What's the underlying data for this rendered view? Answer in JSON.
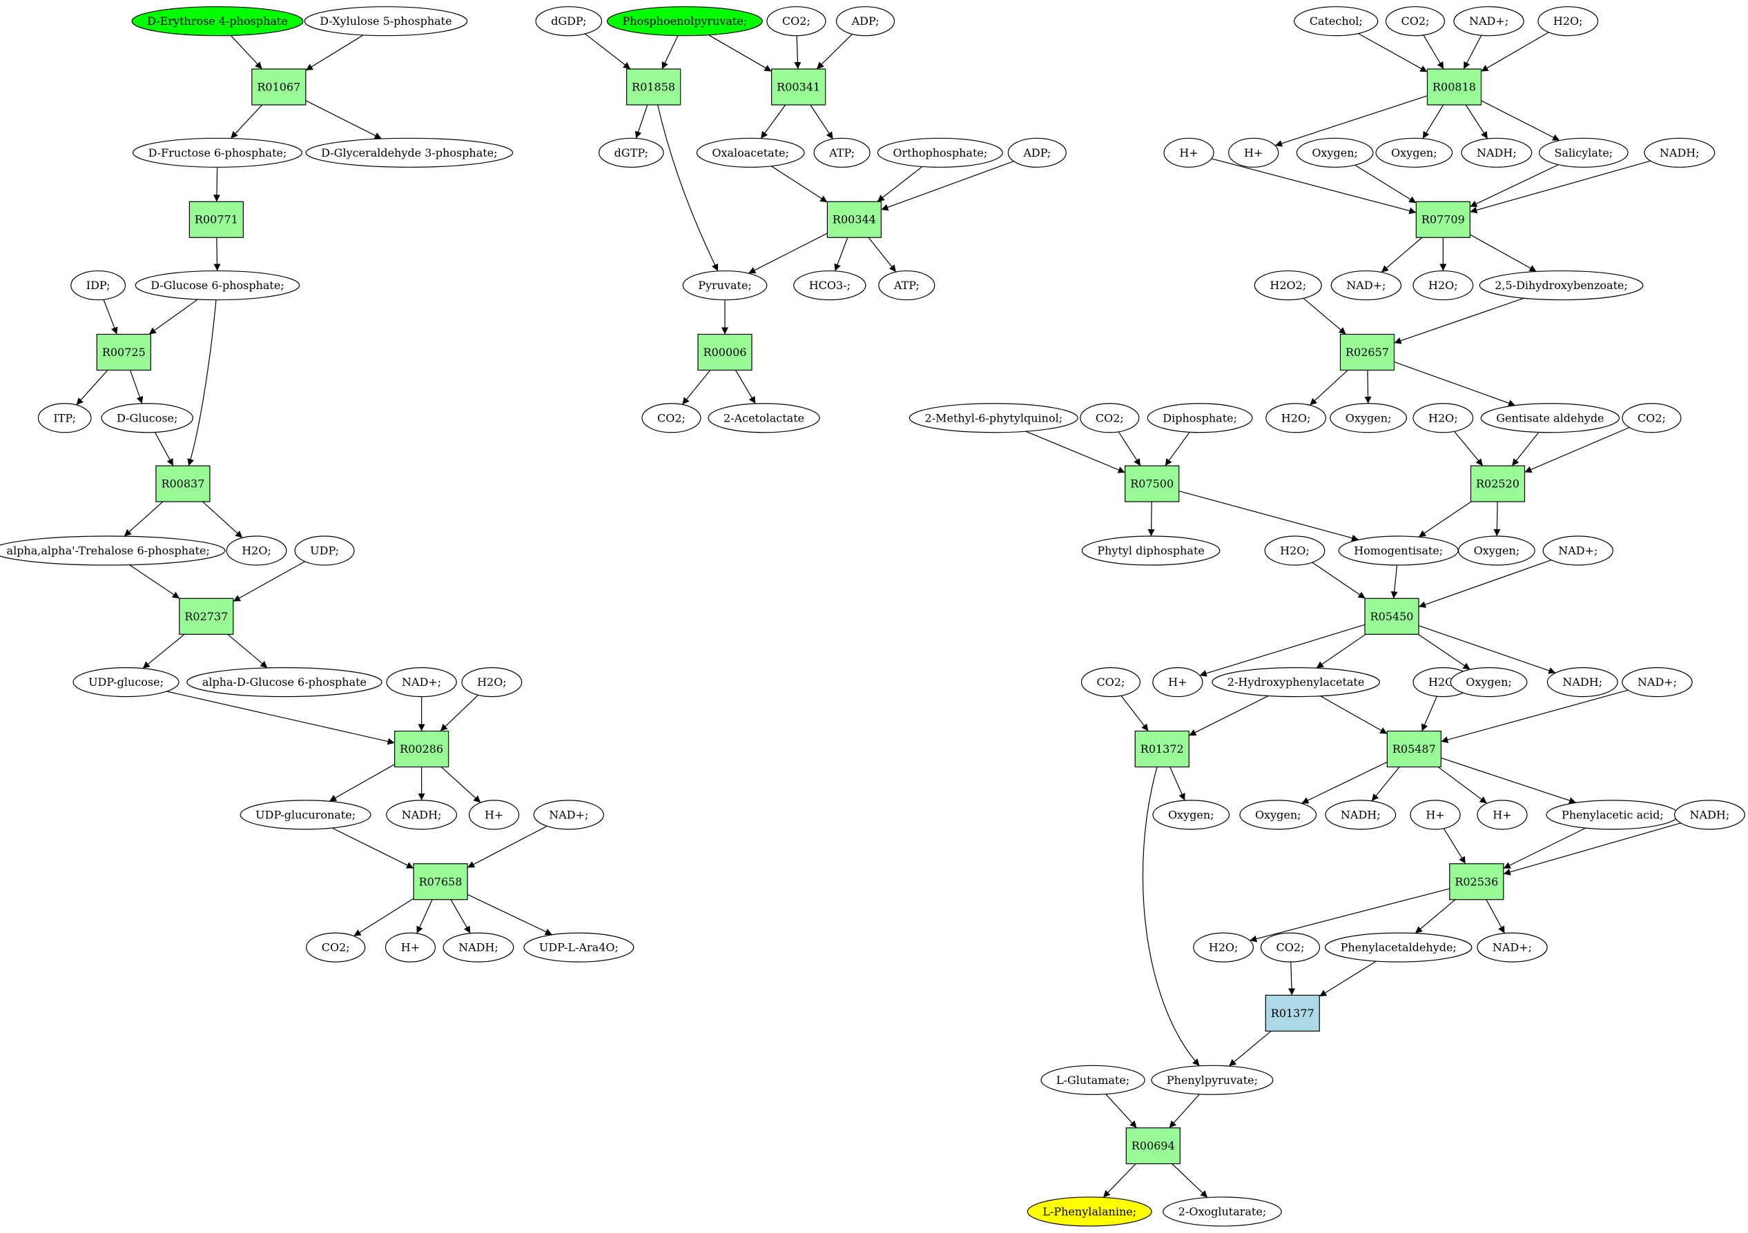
{
  "colors": {
    "reaction": "#98fb98",
    "reaction_highlight": "#add8e6",
    "source_compound": "#00ff00",
    "target_compound": "#ffff00",
    "compound": "#ffffff",
    "edge": "#000000"
  },
  "nodes": [
    {
      "id": "c_e4p",
      "label": "D-Erythrose 4-phosphate",
      "type": "compound",
      "role": "source"
    },
    {
      "id": "c_xu5p",
      "label": "D-Xylulose 5-phosphate",
      "type": "compound"
    },
    {
      "id": "R01067",
      "label": "R01067",
      "type": "reaction"
    },
    {
      "id": "c_f6p",
      "label": "D-Fructose 6-phosphate;",
      "type": "compound"
    },
    {
      "id": "c_ga3p",
      "label": "D-Glyceraldehyde 3-phosphate;",
      "type": "compound"
    },
    {
      "id": "R00771",
      "label": "R00771",
      "type": "reaction"
    },
    {
      "id": "c_idp",
      "label": "IDP;",
      "type": "compound"
    },
    {
      "id": "c_g6p",
      "label": "D-Glucose 6-phosphate;",
      "type": "compound"
    },
    {
      "id": "R00725",
      "label": "R00725",
      "type": "reaction"
    },
    {
      "id": "c_itp",
      "label": "ITP;",
      "type": "compound"
    },
    {
      "id": "c_glc",
      "label": "D-Glucose;",
      "type": "compound"
    },
    {
      "id": "R00837",
      "label": "R00837",
      "type": "reaction"
    },
    {
      "id": "c_treh",
      "label": "alpha,alpha'-Trehalose 6-phosphate;",
      "type": "compound"
    },
    {
      "id": "c_h2o_1",
      "label": "H2O;",
      "type": "compound"
    },
    {
      "id": "c_udp",
      "label": "UDP;",
      "type": "compound"
    },
    {
      "id": "R02737",
      "label": "R02737",
      "type": "reaction"
    },
    {
      "id": "c_udpglc",
      "label": "UDP-glucose;",
      "type": "compound"
    },
    {
      "id": "c_adg6p",
      "label": "alpha-D-Glucose 6-phosphate",
      "type": "compound"
    },
    {
      "id": "c_nadp_1",
      "label": "NAD+;",
      "type": "compound"
    },
    {
      "id": "c_h2o_2",
      "label": "H2O;",
      "type": "compound"
    },
    {
      "id": "R00286",
      "label": "R00286",
      "type": "reaction"
    },
    {
      "id": "c_udpgluc",
      "label": "UDP-glucuronate;",
      "type": "compound"
    },
    {
      "id": "c_nadh_1",
      "label": "NADH;",
      "type": "compound"
    },
    {
      "id": "c_hp_1",
      "label": "H+",
      "type": "compound"
    },
    {
      "id": "c_nadp_2",
      "label": "NAD+;",
      "type": "compound"
    },
    {
      "id": "R07658",
      "label": "R07658",
      "type": "reaction"
    },
    {
      "id": "c_co2_1",
      "label": "CO2;",
      "type": "compound"
    },
    {
      "id": "c_hp_2",
      "label": "H+",
      "type": "compound"
    },
    {
      "id": "c_nadh_2",
      "label": "NADH;",
      "type": "compound"
    },
    {
      "id": "c_udpara",
      "label": "UDP-L-Ara4O;",
      "type": "compound"
    },
    {
      "id": "c_dgdp",
      "label": "dGDP;",
      "type": "compound"
    },
    {
      "id": "c_pep",
      "label": "Phosphoenolpyruvate;",
      "type": "compound",
      "role": "source"
    },
    {
      "id": "c_co2_2",
      "label": "CO2;",
      "type": "compound"
    },
    {
      "id": "c_adp_1",
      "label": "ADP;",
      "type": "compound"
    },
    {
      "id": "R01858",
      "label": "R01858",
      "type": "reaction"
    },
    {
      "id": "R00341",
      "label": "R00341",
      "type": "reaction"
    },
    {
      "id": "c_dgtp",
      "label": "dGTP;",
      "type": "compound"
    },
    {
      "id": "c_oaa",
      "label": "Oxaloacetate;",
      "type": "compound"
    },
    {
      "id": "c_atp_1",
      "label": "ATP;",
      "type": "compound"
    },
    {
      "id": "c_pi",
      "label": "Orthophosphate;",
      "type": "compound"
    },
    {
      "id": "c_adp_2",
      "label": "ADP;",
      "type": "compound"
    },
    {
      "id": "R00344",
      "label": "R00344",
      "type": "reaction"
    },
    {
      "id": "c_pyr",
      "label": "Pyruvate;",
      "type": "compound"
    },
    {
      "id": "c_hco3",
      "label": "HCO3-;",
      "type": "compound"
    },
    {
      "id": "c_atp_2",
      "label": "ATP;",
      "type": "compound"
    },
    {
      "id": "R00006",
      "label": "R00006",
      "type": "reaction"
    },
    {
      "id": "c_co2_3",
      "label": "CO2;",
      "type": "compound"
    },
    {
      "id": "c_acl",
      "label": "2-Acetolactate",
      "type": "compound"
    },
    {
      "id": "c_catechol",
      "label": "Catechol;",
      "type": "compound"
    },
    {
      "id": "c_co2_4",
      "label": "CO2;",
      "type": "compound"
    },
    {
      "id": "c_nadp_3",
      "label": "NAD+;",
      "type": "compound"
    },
    {
      "id": "c_h2o_3",
      "label": "H2O;",
      "type": "compound"
    },
    {
      "id": "R00818",
      "label": "R00818",
      "type": "reaction"
    },
    {
      "id": "c_hp_3",
      "label": "H+",
      "type": "compound"
    },
    {
      "id": "c_hp_4",
      "label": "H+",
      "type": "compound"
    },
    {
      "id": "c_o2_1",
      "label": "Oxygen;",
      "type": "compound"
    },
    {
      "id": "c_o2_2",
      "label": "Oxygen;",
      "type": "compound"
    },
    {
      "id": "c_nadh_3",
      "label": "NADH;",
      "type": "compound"
    },
    {
      "id": "c_salicylate",
      "label": "Salicylate;",
      "type": "compound"
    },
    {
      "id": "c_nadh_4",
      "label": "NADH;",
      "type": "compound"
    },
    {
      "id": "R07709",
      "label": "R07709",
      "type": "reaction"
    },
    {
      "id": "c_nadp_4",
      "label": "NAD+;",
      "type": "compound"
    },
    {
      "id": "c_h2o_4",
      "label": "H2O;",
      "type": "compound"
    },
    {
      "id": "c_dhb",
      "label": "2,5-Dihydroxybenzoate;",
      "type": "compound"
    },
    {
      "id": "c_h2o2",
      "label": "H2O2;",
      "type": "compound"
    },
    {
      "id": "R02657",
      "label": "R02657",
      "type": "reaction"
    },
    {
      "id": "c_h2o_5",
      "label": "H2O;",
      "type": "compound"
    },
    {
      "id": "c_o2_3",
      "label": "Oxygen;",
      "type": "compound"
    },
    {
      "id": "c_h2o_6",
      "label": "H2O;",
      "type": "compound"
    },
    {
      "id": "c_gentald",
      "label": "Gentisate aldehyde",
      "type": "compound"
    },
    {
      "id": "c_co2_5",
      "label": "CO2;",
      "type": "compound"
    },
    {
      "id": "c_mpq",
      "label": "2-Methyl-6-phytylquinol;",
      "type": "compound"
    },
    {
      "id": "c_co2_6",
      "label": "CO2;",
      "type": "compound"
    },
    {
      "id": "c_ppi",
      "label": "Diphosphate;",
      "type": "compound"
    },
    {
      "id": "R07500",
      "label": "R07500",
      "type": "reaction"
    },
    {
      "id": "R02520",
      "label": "R02520",
      "type": "reaction"
    },
    {
      "id": "c_phytylpp",
      "label": "Phytyl diphosphate",
      "type": "compound"
    },
    {
      "id": "c_h2o_7",
      "label": "H2O;",
      "type": "compound"
    },
    {
      "id": "c_hga",
      "label": "Homogentisate;",
      "type": "compound"
    },
    {
      "id": "c_o2_4",
      "label": "Oxygen;",
      "type": "compound"
    },
    {
      "id": "c_nadp_5",
      "label": "NAD+;",
      "type": "compound"
    },
    {
      "id": "R05450",
      "label": "R05450",
      "type": "reaction"
    },
    {
      "id": "c_co2_7",
      "label": "CO2;",
      "type": "compound"
    },
    {
      "id": "c_hp_5",
      "label": "H+",
      "type": "compound"
    },
    {
      "id": "c_2hpa",
      "label": "2-Hydroxyphenylacetate",
      "type": "compound"
    },
    {
      "id": "c_h2o_8",
      "label": "H2O;",
      "type": "compound"
    },
    {
      "id": "c_o2_5",
      "label": "Oxygen;",
      "type": "compound"
    },
    {
      "id": "c_nadh_5",
      "label": "NADH;",
      "type": "compound"
    },
    {
      "id": "c_nadp_6",
      "label": "NAD+;",
      "type": "compound"
    },
    {
      "id": "R01372",
      "label": "R01372",
      "type": "reaction"
    },
    {
      "id": "R05487",
      "label": "R05487",
      "type": "reaction"
    },
    {
      "id": "c_o2_6",
      "label": "Oxygen;",
      "type": "compound"
    },
    {
      "id": "c_o2_7",
      "label": "Oxygen;",
      "type": "compound"
    },
    {
      "id": "c_nadh_6",
      "label": "NADH;",
      "type": "compound"
    },
    {
      "id": "c_hp_6",
      "label": "H+",
      "type": "compound"
    },
    {
      "id": "c_hp_7",
      "label": "H+",
      "type": "compound"
    },
    {
      "id": "c_paa",
      "label": "Phenylacetic acid;",
      "type": "compound"
    },
    {
      "id": "c_nadh_7",
      "label": "NADH;",
      "type": "compound"
    },
    {
      "id": "R02536",
      "label": "R02536",
      "type": "reaction"
    },
    {
      "id": "c_h2o_9",
      "label": "H2O;",
      "type": "compound"
    },
    {
      "id": "c_co2_8",
      "label": "CO2;",
      "type": "compound"
    },
    {
      "id": "c_phald",
      "label": "Phenylacetaldehyde;",
      "type": "compound"
    },
    {
      "id": "c_nadp_7",
      "label": "NAD+;",
      "type": "compound"
    },
    {
      "id": "R01377",
      "label": "R01377",
      "type": "reaction",
      "role": "highlight"
    },
    {
      "id": "c_glu",
      "label": "L-Glutamate;",
      "type": "compound"
    },
    {
      "id": "c_phpyr",
      "label": "Phenylpyruvate;",
      "type": "compound"
    },
    {
      "id": "R00694",
      "label": "R00694",
      "type": "reaction"
    },
    {
      "id": "c_phe",
      "label": "L-Phenylalanine;",
      "type": "compound",
      "role": "target"
    },
    {
      "id": "c_2og",
      "label": "2-Oxoglutarate;",
      "type": "compound"
    }
  ],
  "edges": [
    [
      "c_e4p",
      "R01067"
    ],
    [
      "c_xu5p",
      "R01067"
    ],
    [
      "R01067",
      "c_f6p"
    ],
    [
      "R01067",
      "c_ga3p"
    ],
    [
      "c_f6p",
      "R00771"
    ],
    [
      "R00771",
      "c_g6p"
    ],
    [
      "c_idp",
      "R00725"
    ],
    [
      "c_g6p",
      "R00725"
    ],
    [
      "R00725",
      "c_itp"
    ],
    [
      "R00725",
      "c_glc"
    ],
    [
      "c_glc",
      "R00837"
    ],
    [
      "c_g6p",
      "R00837"
    ],
    [
      "R00837",
      "c_treh"
    ],
    [
      "R00837",
      "c_h2o_1"
    ],
    [
      "c_treh",
      "R02737"
    ],
    [
      "c_udp",
      "R02737"
    ],
    [
      "R02737",
      "c_udpglc"
    ],
    [
      "R02737",
      "c_adg6p"
    ],
    [
      "c_udpglc",
      "R00286"
    ],
    [
      "c_nadp_1",
      "R00286"
    ],
    [
      "c_h2o_2",
      "R00286"
    ],
    [
      "R00286",
      "c_udpgluc"
    ],
    [
      "R00286",
      "c_nadh_1"
    ],
    [
      "R00286",
      "c_hp_1"
    ],
    [
      "c_udpgluc",
      "R07658"
    ],
    [
      "c_nadp_2",
      "R07658"
    ],
    [
      "R07658",
      "c_co2_1"
    ],
    [
      "R07658",
      "c_hp_2"
    ],
    [
      "R07658",
      "c_nadh_2"
    ],
    [
      "R07658",
      "c_udpara"
    ],
    [
      "c_dgdp",
      "R01858"
    ],
    [
      "c_pep",
      "R01858"
    ],
    [
      "R01858",
      "c_dgtp"
    ],
    [
      "R01858",
      "c_pyr"
    ],
    [
      "c_pep",
      "R00341"
    ],
    [
      "c_co2_2",
      "R00341"
    ],
    [
      "c_adp_1",
      "R00341"
    ],
    [
      "R00341",
      "c_oaa"
    ],
    [
      "R00341",
      "c_atp_1"
    ],
    [
      "c_oaa",
      "R00344"
    ],
    [
      "c_pi",
      "R00344"
    ],
    [
      "c_adp_2",
      "R00344"
    ],
    [
      "R00344",
      "c_pyr"
    ],
    [
      "R00344",
      "c_hco3"
    ],
    [
      "R00344",
      "c_atp_2"
    ],
    [
      "c_pyr",
      "R00006"
    ],
    [
      "R00006",
      "c_co2_3"
    ],
    [
      "R00006",
      "c_acl"
    ],
    [
      "c_catechol",
      "R00818"
    ],
    [
      "c_co2_4",
      "R00818"
    ],
    [
      "c_nadp_3",
      "R00818"
    ],
    [
      "c_h2o_3",
      "R00818"
    ],
    [
      "R00818",
      "c_hp_4"
    ],
    [
      "R00818",
      "c_o2_2"
    ],
    [
      "R00818",
      "c_nadh_3"
    ],
    [
      "R00818",
      "c_salicylate"
    ],
    [
      "c_hp_3",
      "R07709"
    ],
    [
      "c_o2_1",
      "R07709"
    ],
    [
      "c_salicylate",
      "R07709"
    ],
    [
      "c_nadh_4",
      "R07709"
    ],
    [
      "R07709",
      "c_nadp_4"
    ],
    [
      "R07709",
      "c_h2o_4"
    ],
    [
      "R07709",
      "c_dhb"
    ],
    [
      "c_h2o2",
      "R02657"
    ],
    [
      "c_dhb",
      "R02657"
    ],
    [
      "R02657",
      "c_h2o_5"
    ],
    [
      "R02657",
      "c_o2_3"
    ],
    [
      "R02657",
      "c_gentald"
    ],
    [
      "c_h2o_6",
      "R02520"
    ],
    [
      "c_gentald",
      "R02520"
    ],
    [
      "c_co2_5",
      "R02520"
    ],
    [
      "R02520",
      "c_hga"
    ],
    [
      "R02520",
      "c_o2_4"
    ],
    [
      "c_mpq",
      "R07500"
    ],
    [
      "c_co2_6",
      "R07500"
    ],
    [
      "c_ppi",
      "R07500"
    ],
    [
      "R07500",
      "c_phytylpp"
    ],
    [
      "R07500",
      "c_hga"
    ],
    [
      "c_h2o_7",
      "R05450"
    ],
    [
      "c_hga",
      "R05450"
    ],
    [
      "c_nadp_5",
      "R05450"
    ],
    [
      "R05450",
      "c_hp_5"
    ],
    [
      "R05450",
      "c_2hpa"
    ],
    [
      "R05450",
      "c_o2_5"
    ],
    [
      "R05450",
      "c_nadh_5"
    ],
    [
      "c_co2_7",
      "R01372"
    ],
    [
      "c_2hpa",
      "R01372"
    ],
    [
      "R01372",
      "c_o2_6"
    ],
    [
      "R01372",
      "c_phpyr"
    ],
    [
      "c_2hpa",
      "R05487"
    ],
    [
      "c_h2o_8",
      "R05487"
    ],
    [
      "c_nadp_6",
      "R05487"
    ],
    [
      "R05487",
      "c_o2_7"
    ],
    [
      "R05487",
      "c_nadh_6"
    ],
    [
      "R05487",
      "c_hp_7"
    ],
    [
      "R05487",
      "c_paa"
    ],
    [
      "c_hp_6",
      "R02536"
    ],
    [
      "c_paa",
      "R02536"
    ],
    [
      "c_nadh_7",
      "R02536"
    ],
    [
      "R02536",
      "c_h2o_9"
    ],
    [
      "R02536",
      "c_phald"
    ],
    [
      "R02536",
      "c_nadp_7"
    ],
    [
      "c_co2_8",
      "R01377"
    ],
    [
      "c_phald",
      "R01377"
    ],
    [
      "R01377",
      "c_phpyr"
    ],
    [
      "c_glu",
      "R00694"
    ],
    [
      "c_phpyr",
      "R00694"
    ],
    [
      "R00694",
      "c_phe"
    ],
    [
      "R00694",
      "c_2og"
    ]
  ]
}
